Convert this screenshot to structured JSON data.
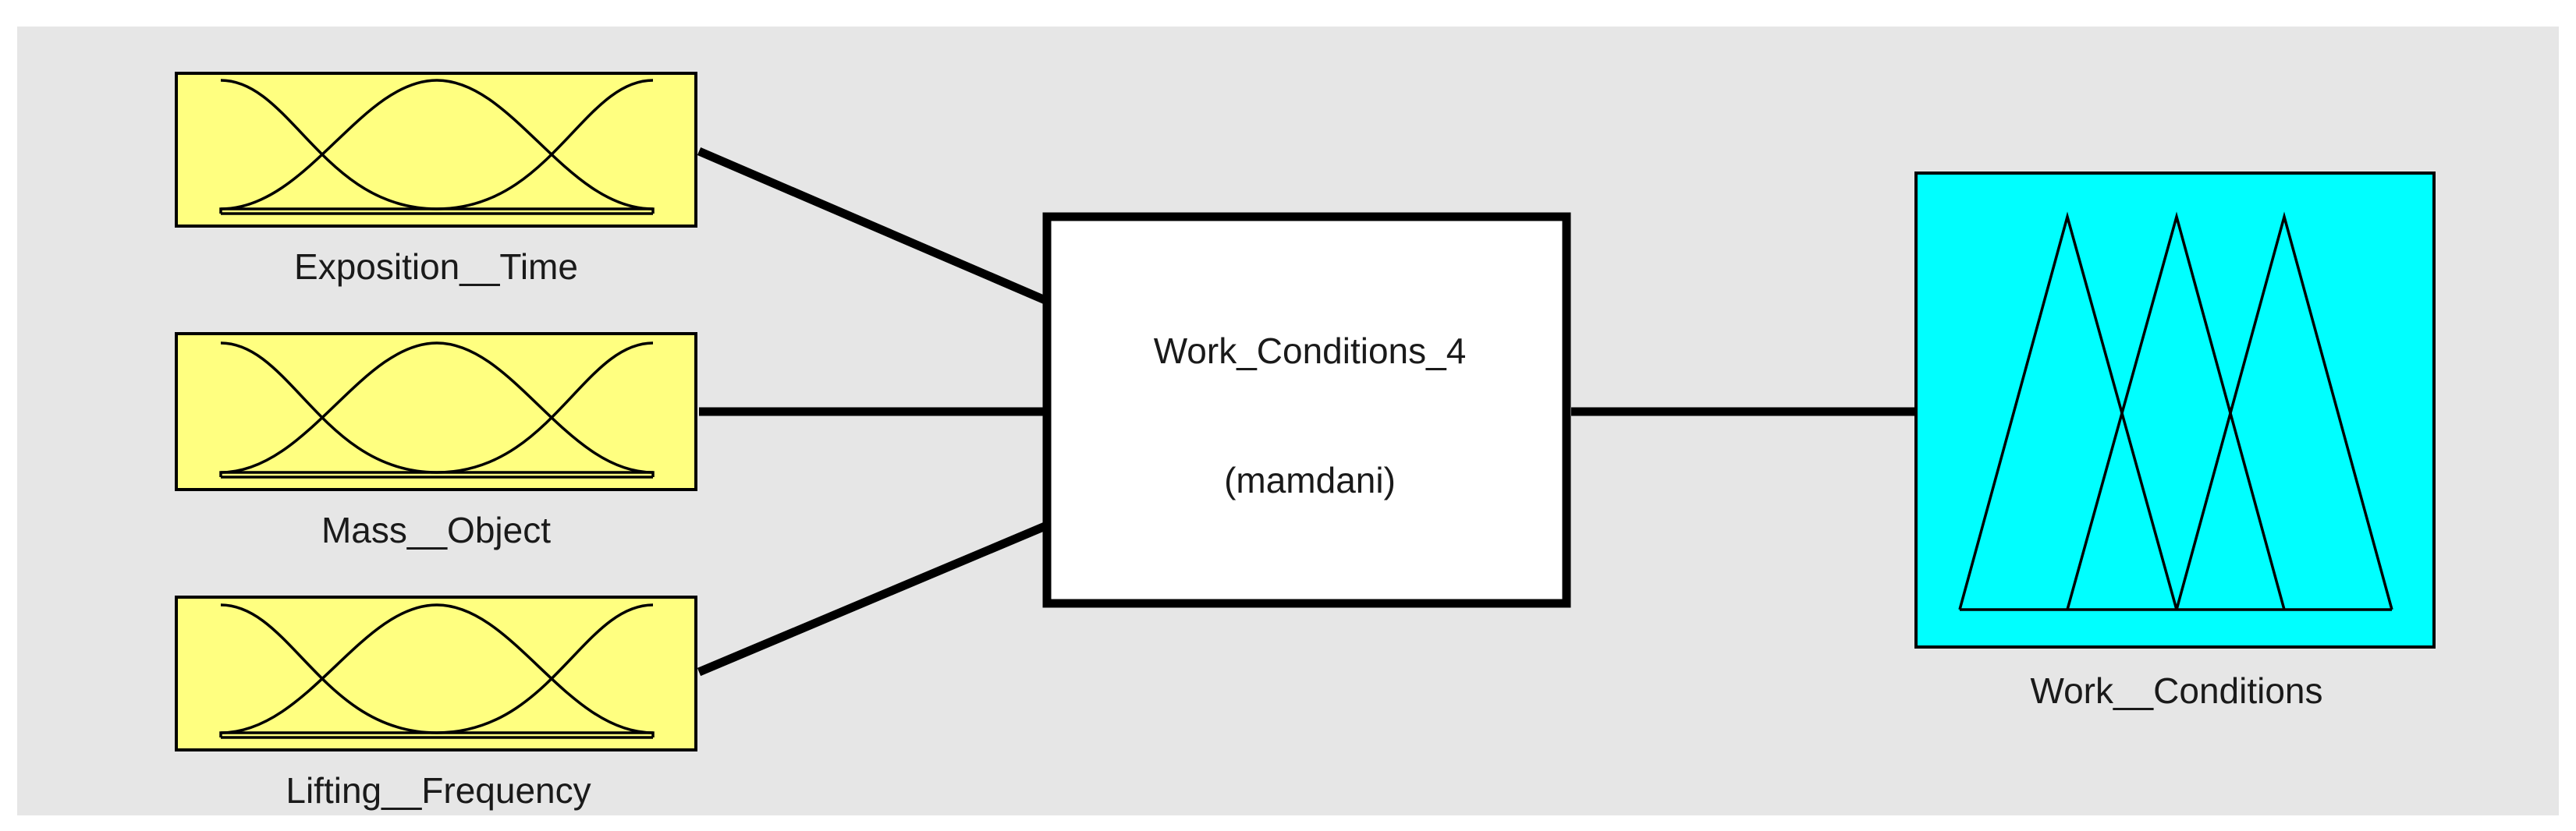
{
  "system": {
    "name": "Work_Conditions_4",
    "type": "(mamdani)"
  },
  "inputs": [
    {
      "label": "Exposition__Time",
      "color": "#ffff80"
    },
    {
      "label": "Mass__Object",
      "color": "#ffff80"
    },
    {
      "label": "Lifting__Frequency",
      "color": "#ffff80"
    }
  ],
  "output": {
    "label": "Work__Conditions",
    "color": "#00ffff"
  },
  "colors": {
    "background_panel": "#e6e6e6",
    "system_box": "#ffffff",
    "lines": "#000000"
  }
}
